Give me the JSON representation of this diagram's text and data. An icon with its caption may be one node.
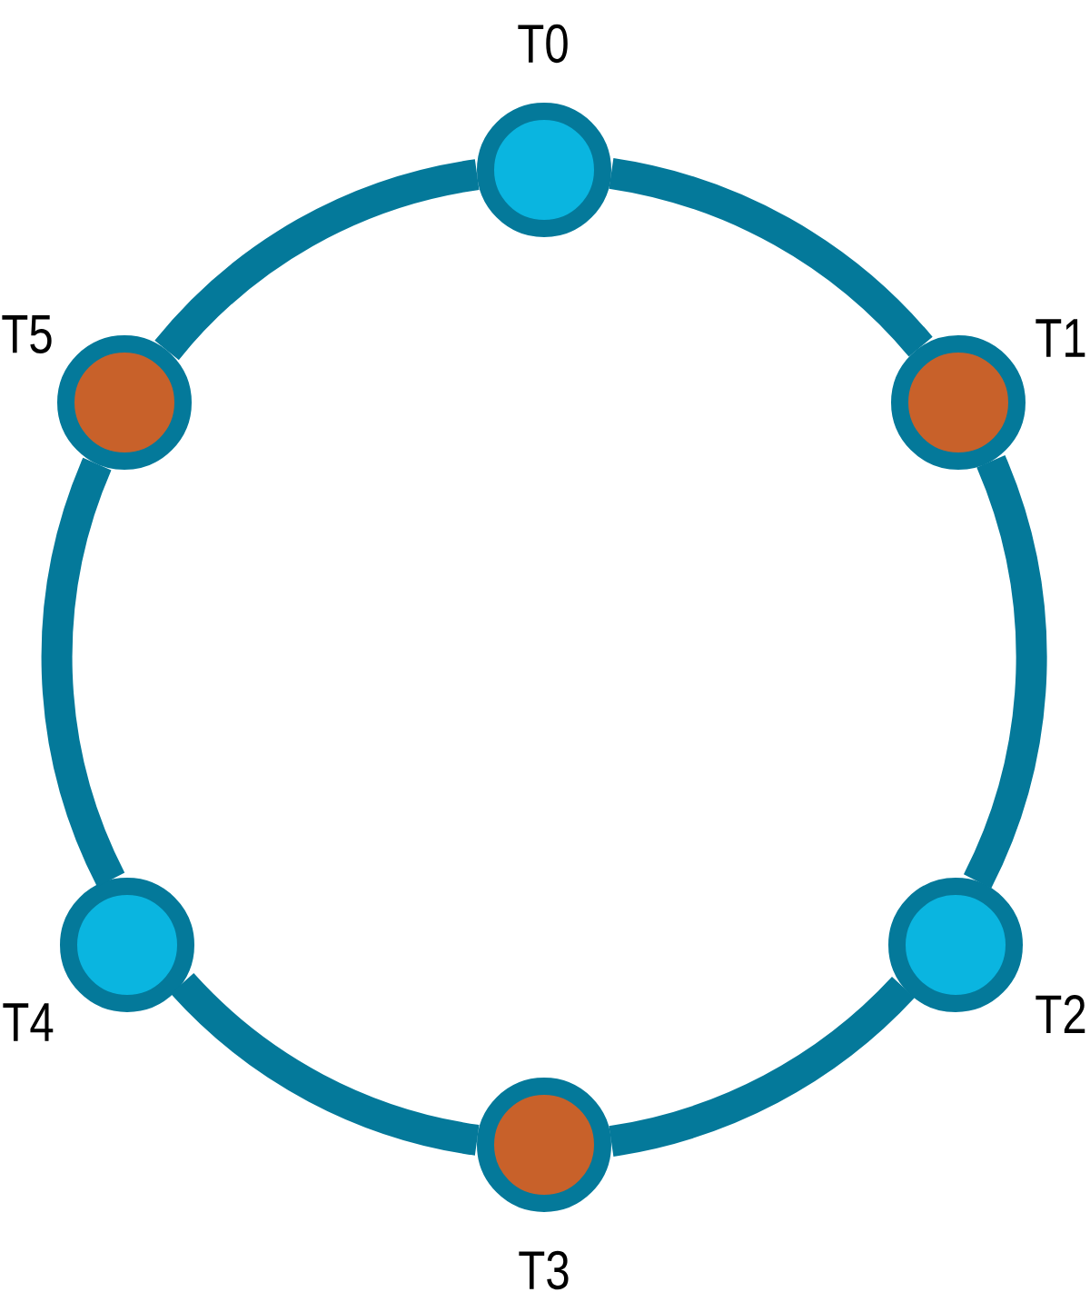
{
  "diagram": {
    "nodes": [
      {
        "text": [
          "T0"
        ]
      },
      {
        "text": [
          "T1"
        ]
      },
      {
        "text": [
          "T2"
        ]
      },
      {
        "text": [
          "T3"
        ]
      },
      {
        "text": [
          "T4"
        ]
      },
      {
        "text": [
          "T5"
        ]
      }
    ],
    "edges": [
      {
        "from": 0,
        "to": 1,
        "arrow": "none"
      },
      {
        "from": 1,
        "to": 2,
        "arrow": "none"
      },
      {
        "from": 2,
        "to": 3,
        "arrow": "none"
      },
      {
        "from": 3,
        "to": 4,
        "arrow": "none"
      },
      {
        "from": 4,
        "to": 5,
        "arrow": "none"
      },
      {
        "from": 5,
        "to": 0,
        "arrow": "none"
      }
    ]
  }
}
